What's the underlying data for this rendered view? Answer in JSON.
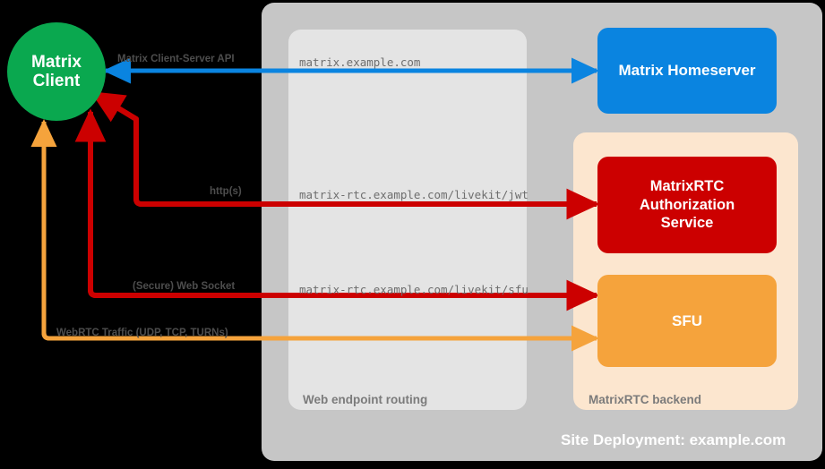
{
  "diagram": {
    "site_caption": "Site Deployment: example.com",
    "panels": {
      "web_routing": "Web endpoint routing",
      "backend": "MatrixRTC backend"
    },
    "nodes": {
      "client_line1": "Matrix",
      "client_line2": "Client",
      "homeserver": "Matrix Homeserver",
      "auth_line1": "MatrixRTC",
      "auth_line2": "Authorization",
      "auth_line3": "Service",
      "sfu": "SFU"
    },
    "edges": [
      {
        "protocol_label": "Matrix Client-Server API",
        "endpoint": "matrix.example.com",
        "color": "#0a84e0",
        "direction": "homeserver-to-client"
      },
      {
        "protocol_label": "http(s)",
        "endpoint": "matrix-rtc.example.com/livekit/jwt",
        "color": "#cc0000",
        "direction": "auth-to-client"
      },
      {
        "protocol_label": "(Secure) Web Socket",
        "endpoint": "matrix-rtc.example.com/livekit/sfu",
        "color": "#cc0000",
        "direction": "sfu-to-client"
      },
      {
        "protocol_label": "WebRTC Traffic (UDP, TCP, TURNs)",
        "endpoint": "",
        "color": "#f5a33c",
        "direction": "bidirectional-client-sfu"
      }
    ],
    "colors": {
      "background": "#000000",
      "site_container": "#c6c6c6",
      "web_panel": "#e4e4e4",
      "backend_panel": "#fce6cf",
      "client_green": "#0aa84f",
      "homeserver_blue": "#0a84e0",
      "auth_red": "#cc0000",
      "sfu_orange": "#f5a33c",
      "label_gray": "#4d4d4d",
      "endpoint_gray": "#6e6e6e"
    }
  }
}
